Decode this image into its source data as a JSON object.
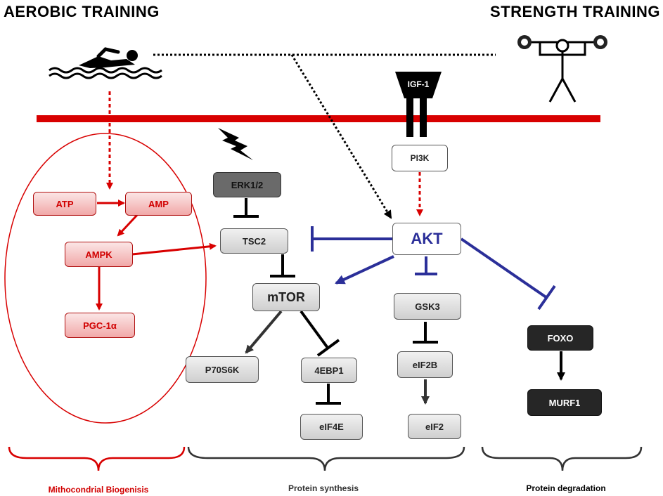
{
  "headings": {
    "aerobic": "AEROBIC TRAINING",
    "strength": "STRENGTH TRAINING"
  },
  "nodes": {
    "igf1": "IGF-1",
    "pi3k": "PI3K",
    "erk": "ERK1/2",
    "tsc2": "TSC2",
    "mtor": "mTOR",
    "akt": "AKT",
    "gsk3": "GSK3",
    "eif2b": "eIF2B",
    "eif2": "eIF2",
    "p70s6k": "P70S6K",
    "ebp1": "4EBP1",
    "eif4e": "eIF4E",
    "foxo": "FOXO",
    "murf1": "MURF1",
    "atp": "ATP",
    "amp": "AMP",
    "ampk": "AMPK",
    "pgc": "PGC-1α"
  },
  "captions": {
    "mito": "Mithocondrial Biogenisis",
    "synthesis": "Protein synthesis",
    "degradation": "Protein degradation"
  },
  "colors": {
    "membrane": "#d80000",
    "aerobic_pathway": "#d80000",
    "akt_inhibition": "#2b2f99",
    "activation": "#333333"
  },
  "icons": {
    "swimmer": "swimmer-icon",
    "weightlifter": "weightlifter-icon",
    "lightning": "lightning-bolt-icon"
  }
}
